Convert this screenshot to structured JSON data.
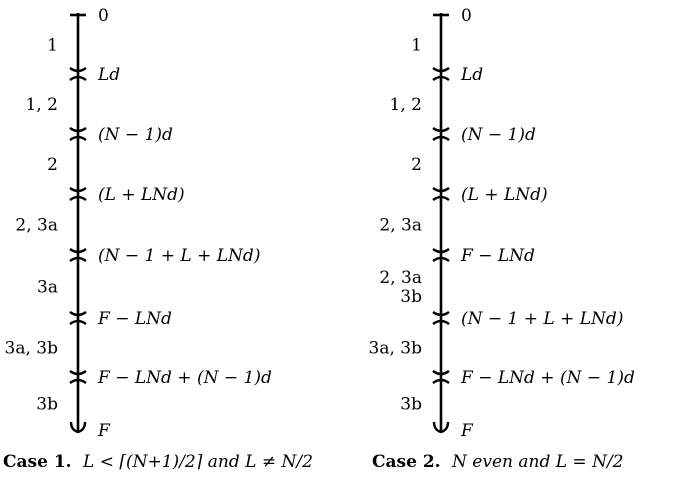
{
  "panels": [
    {
      "points": [
        {
          "label": "0",
          "kind": "start"
        },
        {
          "label": "Ld",
          "kind": "mid"
        },
        {
          "label": "(N − 1)d",
          "kind": "mid"
        },
        {
          "label": "(L + LNd)",
          "kind": "mid"
        },
        {
          "label": "(N − 1 + L + LNd)",
          "kind": "mid"
        },
        {
          "label": "F − LNd",
          "kind": "mid"
        },
        {
          "label": "F − LNd + (N − 1)d",
          "kind": "mid"
        },
        {
          "label": "F",
          "kind": "end"
        }
      ],
      "segments": [
        [
          "1"
        ],
        [
          "1, 2"
        ],
        [
          "2"
        ],
        [
          "2, 3a"
        ],
        [
          "3a"
        ],
        [
          "3a, 3b"
        ],
        [
          "3b"
        ]
      ],
      "caption": {
        "head": "Case 1.",
        "body": "L < ⌈(N+1)/2⌉ and L ≠ N/2"
      }
    },
    {
      "points": [
        {
          "label": "0",
          "kind": "start"
        },
        {
          "label": "Ld",
          "kind": "mid"
        },
        {
          "label": "(N − 1)d",
          "kind": "mid"
        },
        {
          "label": "(L + LNd)",
          "kind": "mid"
        },
        {
          "label": "F − LNd",
          "kind": "mid"
        },
        {
          "label": "(N − 1 + L + LNd)",
          "kind": "mid"
        },
        {
          "label": "F − LNd + (N − 1)d",
          "kind": "mid"
        },
        {
          "label": "F",
          "kind": "end"
        }
      ],
      "segments": [
        [
          "1"
        ],
        [
          "1, 2"
        ],
        [
          "2"
        ],
        [
          "2, 3a"
        ],
        [
          "2, 3a",
          "3b"
        ],
        [
          "3a, 3b"
        ],
        [
          "3b"
        ]
      ],
      "caption": {
        "head": "Case 2.",
        "body": "N even and L = N/2"
      }
    }
  ]
}
